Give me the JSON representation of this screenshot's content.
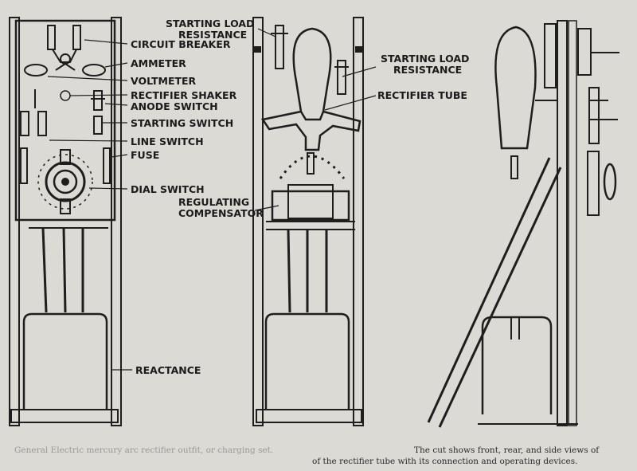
{
  "labels": {
    "circuit_breaker": "CIRCUIT BREAKER",
    "ammeter": "AMMETER",
    "voltmeter": "VOLTMETER",
    "rectifier_shaker_1": "RECTIFIER SHAKER",
    "rectifier_shaker_2": "ANODE SWITCH",
    "starting_switch": "STARTING SWITCH",
    "line_switch": "LINE SWITCH",
    "fuse": "FUSE",
    "dial_switch": "DIAL SWITCH",
    "reactance": "REACTANCE",
    "starting_load_top_1": "STARTING LOAD",
    "starting_load_top_2": "RESISTANCE",
    "starting_load_right_1": "STARTING LOAD",
    "starting_load_right_2": "RESISTANCE",
    "rectifier_tube": "RECTIFIER TUBE",
    "regulating_1": "REGULATING",
    "regulating_2": "COMPENSATOR"
  },
  "caption": {
    "faint_line1": "General Electric mercury arc rectifier outfit, or charging set.",
    "line1": "The cut shows front, rear, and side views of",
    "line2": "of the rectifier tube with its connection and operating devices."
  }
}
